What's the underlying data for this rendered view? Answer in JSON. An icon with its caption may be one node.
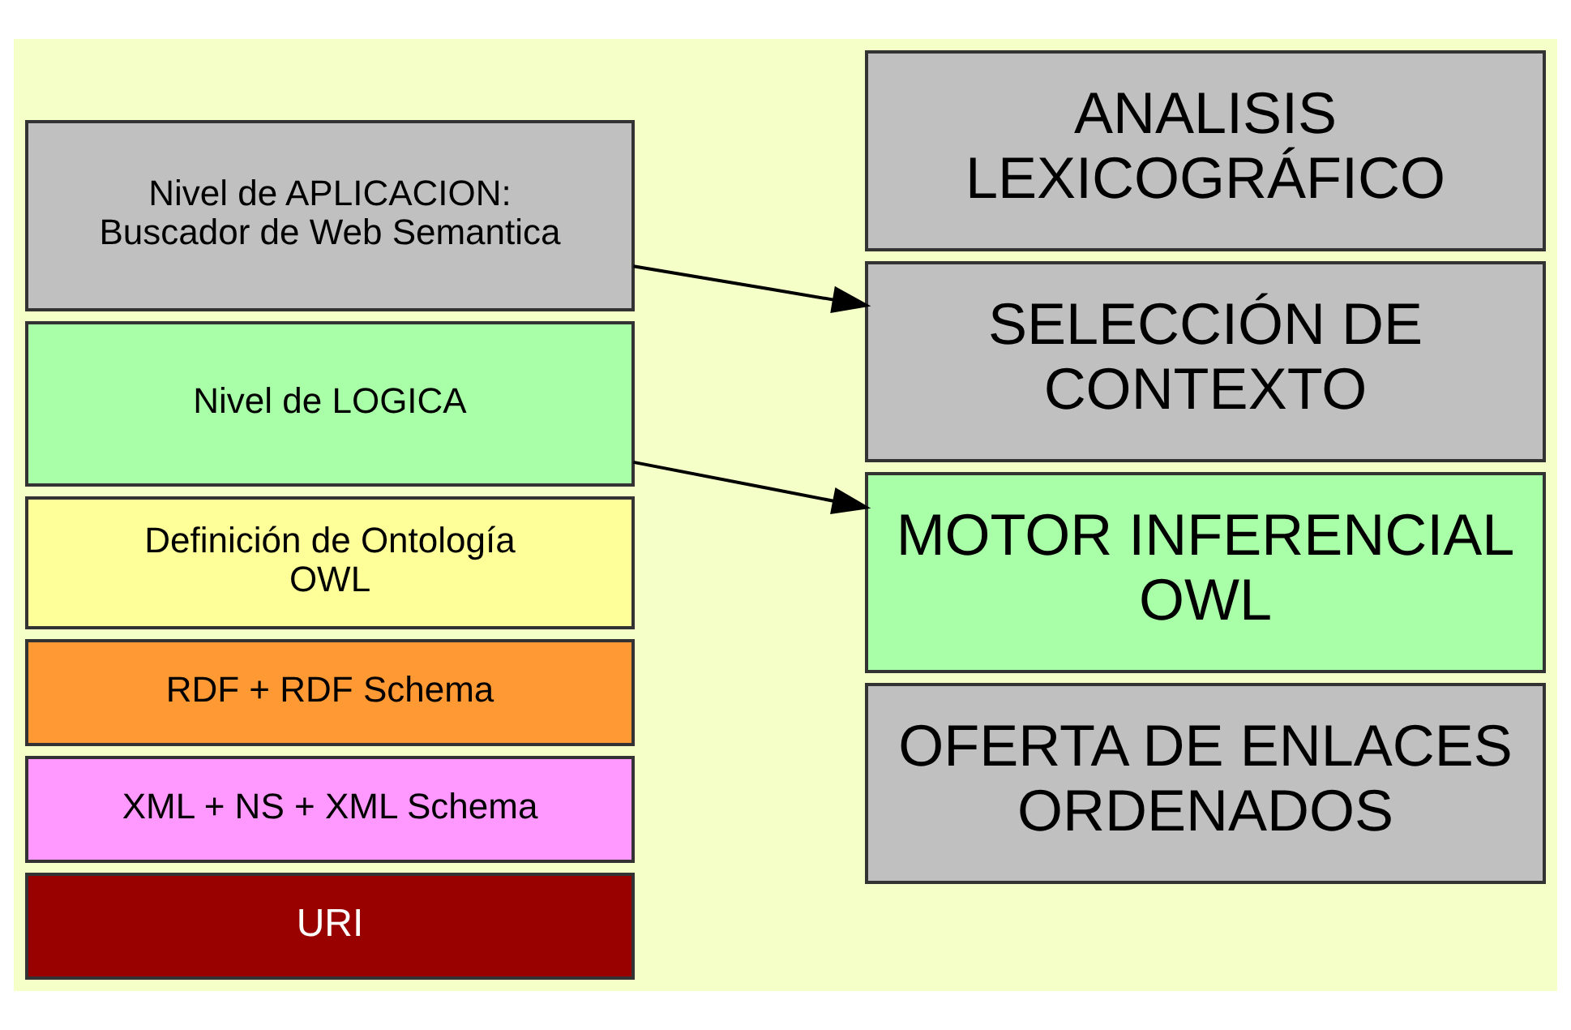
{
  "diagram": {
    "nodes": [
      {
        "text": [
          "Nivel de APLICACION: Buscador de Web Semantica"
        ]
      },
      {
        "text": [
          "Nivel de LOGICA"
        ]
      },
      {
        "text": [
          "Definición de Ontología OWL"
        ]
      },
      {
        "text": [
          "RDF + RDF Schema"
        ]
      },
      {
        "text": [
          "XML + NS + XML Schema"
        ]
      },
      {
        "text": [
          "URI"
        ]
      },
      {
        "text": [
          "ANALISIS LEXICOGRÁFICO"
        ]
      },
      {
        "text": [
          "SELECCIÓN DE CONTEXTO"
        ]
      },
      {
        "text": [
          "MOTOR INFERENCIAL OWL"
        ]
      },
      {
        "text": [
          "OFERTA DE ENLACES ORDENADOS"
        ]
      }
    ],
    "edges": [
      {
        "from": 0,
        "to": 7,
        "arrow": "to"
      },
      {
        "from": 1,
        "to": 8,
        "arrow": "to"
      }
    ]
  }
}
